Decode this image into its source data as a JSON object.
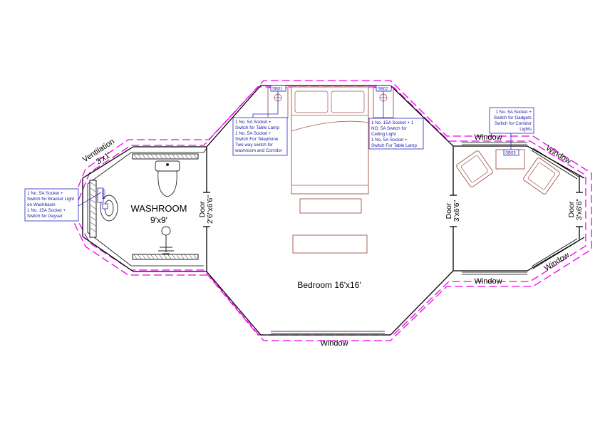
{
  "rooms": {
    "washroom": {
      "name": "WASHROOM",
      "size": "9'x9'"
    },
    "bedroom": {
      "name": "Bedroom 16'x16'"
    }
  },
  "openings": {
    "ventilation": {
      "name": "Ventilation",
      "size": "3'x1'"
    },
    "washroom_door": {
      "name": "Door",
      "size": "2'6\"x6'6\""
    },
    "bedroom_door": {
      "name": "Door",
      "size": "3'x6'6\""
    },
    "right_door": {
      "name": "Door",
      "size": "3'x6'6\""
    },
    "window_label": "Window"
  },
  "switchboards": {
    "sb01": {
      "tag": "SB01",
      "lines": [
        "1 No. 5A Socket +",
        "Switch for Table Lamp",
        "1 No. 5A Socket +",
        "Switch For Telephone",
        "Two way switch for",
        "washroom and Corridor"
      ]
    },
    "sb02": {
      "tag": "SB02",
      "lines": [
        "1 No. 15A Socket + 1",
        "NO. 5A Switch for",
        "Ceiling Light",
        "1 No. 5A Socket +",
        "Switch For Table Lamp"
      ]
    },
    "sb03": {
      "tag": "SB03",
      "lines": [
        "1 No. 5A Socket +",
        "Switch for Gadgets",
        "Switch for Corridor",
        "Lights"
      ]
    },
    "sb04": {
      "tag": "SB04",
      "lines": [
        "1 No. 5A Socket +",
        "Switch for Bracket Light",
        "on Washbasin",
        "1 No. 15A Socket +",
        "Switch for Geyser"
      ]
    }
  },
  "colors": {
    "wall": "#000000",
    "dashed_outline": "#ee00ee",
    "furniture": "#a0524a",
    "annotation": "#2424c8"
  }
}
